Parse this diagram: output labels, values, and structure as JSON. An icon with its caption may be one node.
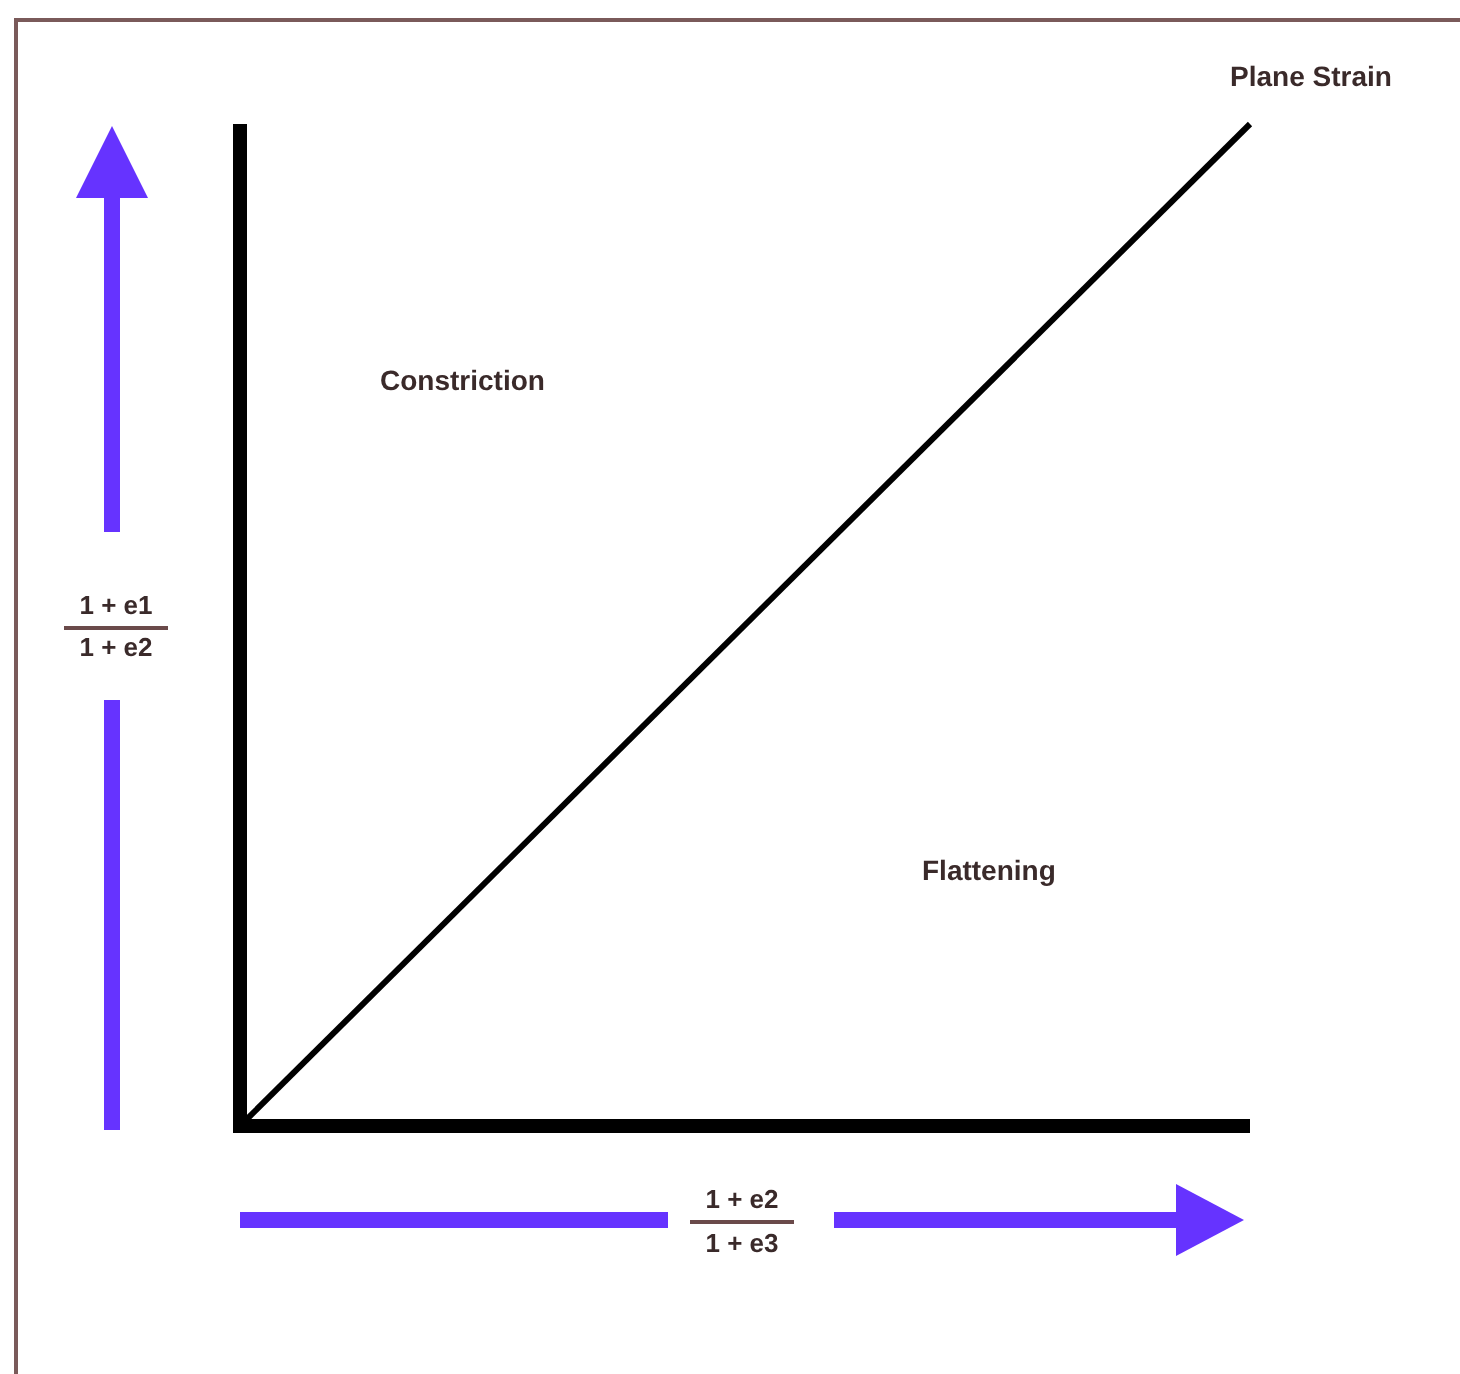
{
  "diagram": {
    "labels": [
      "Plane Strain",
      "Constriction",
      "Flattening",
      "1 + e1",
      "1 + e2",
      "1 + e2",
      "1 + e3"
    ]
  }
}
